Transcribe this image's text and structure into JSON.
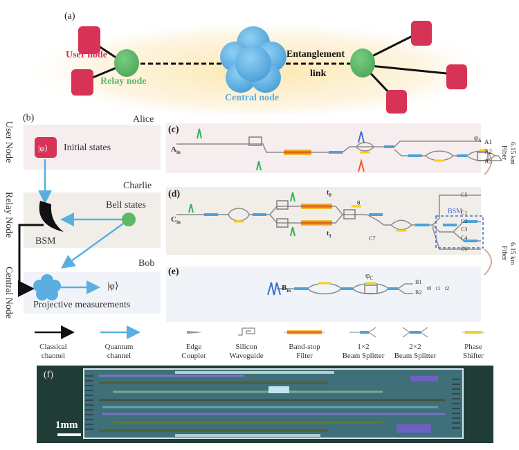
{
  "panels": {
    "a": {
      "letter": "(a)",
      "labels": {
        "user_node": "User node",
        "relay_node": "Relay node",
        "central_node": "Central node",
        "entanglement_link_1": "Entanglement",
        "entanglement_link_2": "link"
      },
      "colors": {
        "user_node": "#d63356",
        "relay_node": "#5cb96a",
        "central_node": "#5aaee0",
        "glow": "#fde9b8"
      }
    },
    "b": {
      "letter": "(b)",
      "sections": [
        {
          "party": "Alice",
          "side_label": "User Node",
          "bg": "#f6eeee"
        },
        {
          "party": "Charlie",
          "side_label": "Relay Node",
          "bg": "#f1ede8"
        },
        {
          "party": "Bob",
          "side_label": "Central Node",
          "bg": "#f0f3f8"
        }
      ],
      "initial_state_symbol": "|φ⟩",
      "initial_states": "Initial states",
      "bell_states": "Bell states",
      "bsm": "BSM",
      "output_state": "|φ⟩",
      "projective": "Projective measurements"
    },
    "c": {
      "letter": "(c)",
      "input": "A",
      "input_sub": "in",
      "phase_label": "φ",
      "phase_sub": "A",
      "outputs": [
        "A1",
        "A2",
        "A3"
      ]
    },
    "d": {
      "letter": "(d)",
      "input": "C",
      "input_sub": "in",
      "t0": "t",
      "t0_sub": "0",
      "t1": "t",
      "t1_sub": "1",
      "phase": "θ",
      "c7": "C7",
      "bsm": "BSM",
      "outputs": [
        "C5",
        "C1",
        "C2",
        "C3",
        "C4",
        "C6"
      ]
    },
    "e": {
      "letter": "(e)",
      "input": "B",
      "input_sub": "in",
      "phase_label": "φ",
      "phase_sub": "C",
      "outputs": [
        "B1",
        "B2"
      ],
      "times": [
        "t0",
        "t1",
        "t2"
      ]
    },
    "fiber": {
      "distance": "6.15 km",
      "label": "Fiber"
    },
    "f": {
      "letter": "(f)",
      "scale": "1mm"
    }
  },
  "legend": [
    {
      "line1": "Classical",
      "line2": "channel",
      "icon": "black-arrow-icon"
    },
    {
      "line1": "Quantum",
      "line2": "channel",
      "icon": "blue-arrow-icon"
    },
    {
      "line1": "Edge",
      "line2": "Coupler",
      "icon": "edge-coupler-icon"
    },
    {
      "line1": "Silicon",
      "line2": "Waveguide",
      "icon": "silicon-waveguide-icon"
    },
    {
      "line1": "Band-stop",
      "line2": "Filter",
      "icon": "band-stop-filter-icon"
    },
    {
      "line1": "1×2",
      "line2": "Beam Splitter",
      "icon": "beam-splitter-1x2-icon"
    },
    {
      "line1": "2×2",
      "line2": "Beam Splitter",
      "icon": "beam-splitter-2x2-icon"
    },
    {
      "line1": "Phase",
      "line2": "Shifter",
      "icon": "phase-shifter-icon"
    }
  ],
  "colors": {
    "waveguide": "#8a8a8a",
    "splitter": "#4aa3dc",
    "phase": "#f2d21a",
    "filter_core": "#e8661c",
    "filter_glow": "#f7d43a",
    "green_pulse": "#2fb457",
    "blue_pulse": "#3f6fd0",
    "orange_pulse": "#f0582a",
    "fiber_arc": "#d7a79a",
    "quantum_arrow": "#5aaee0",
    "chip_bg": "#203c36"
  }
}
